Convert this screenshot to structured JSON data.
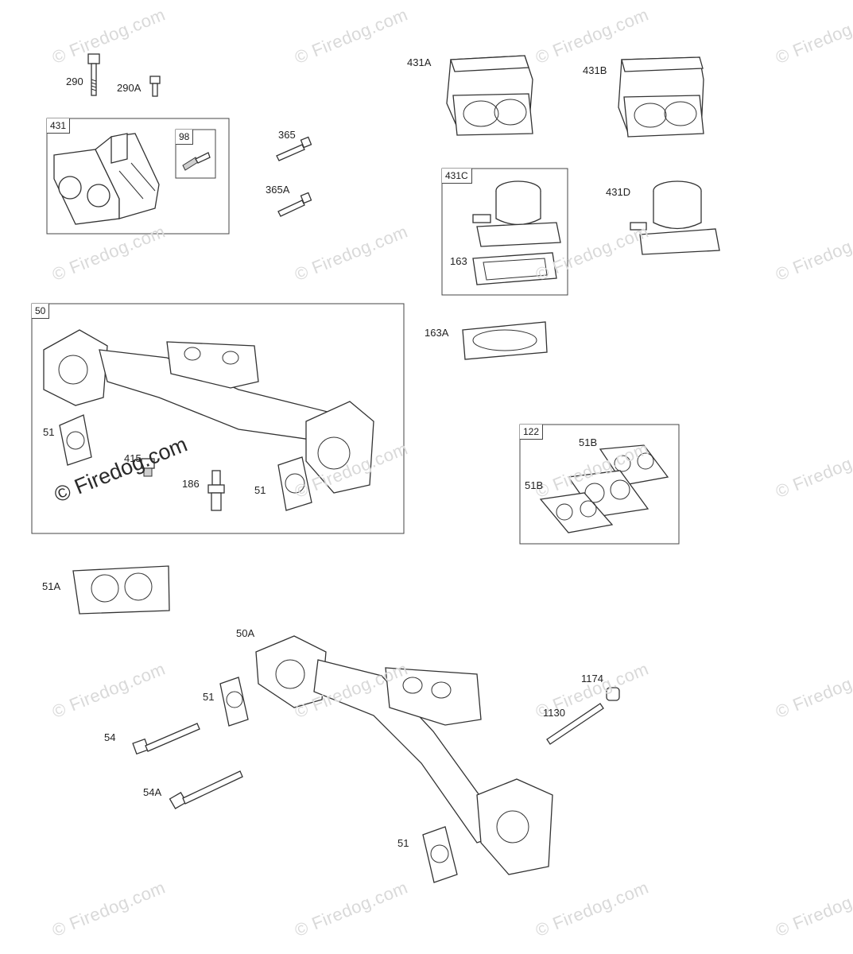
{
  "watermark": {
    "text": "© Firedog.com",
    "color": "#d9d9d9"
  },
  "box_labels": {
    "b431": "431",
    "b98": "98",
    "b431c": "431C",
    "b50": "50",
    "b122": "122"
  },
  "labels": {
    "l290": "290",
    "l290a": "290A",
    "l365": "365",
    "l365a": "365A",
    "l431a": "431A",
    "l431b": "431B",
    "l431d": "431D",
    "l163": "163",
    "l163a": "163A",
    "l51_1": "51",
    "l415": "415",
    "l186": "186",
    "l51_2": "51",
    "l51b_1": "51B",
    "l51b_2": "51B",
    "l51a": "51A",
    "l50a": "50A",
    "l51_3": "51",
    "l54": "54",
    "l54a": "54A",
    "l1174": "1174",
    "l1130": "1130",
    "l51_4": "51"
  }
}
